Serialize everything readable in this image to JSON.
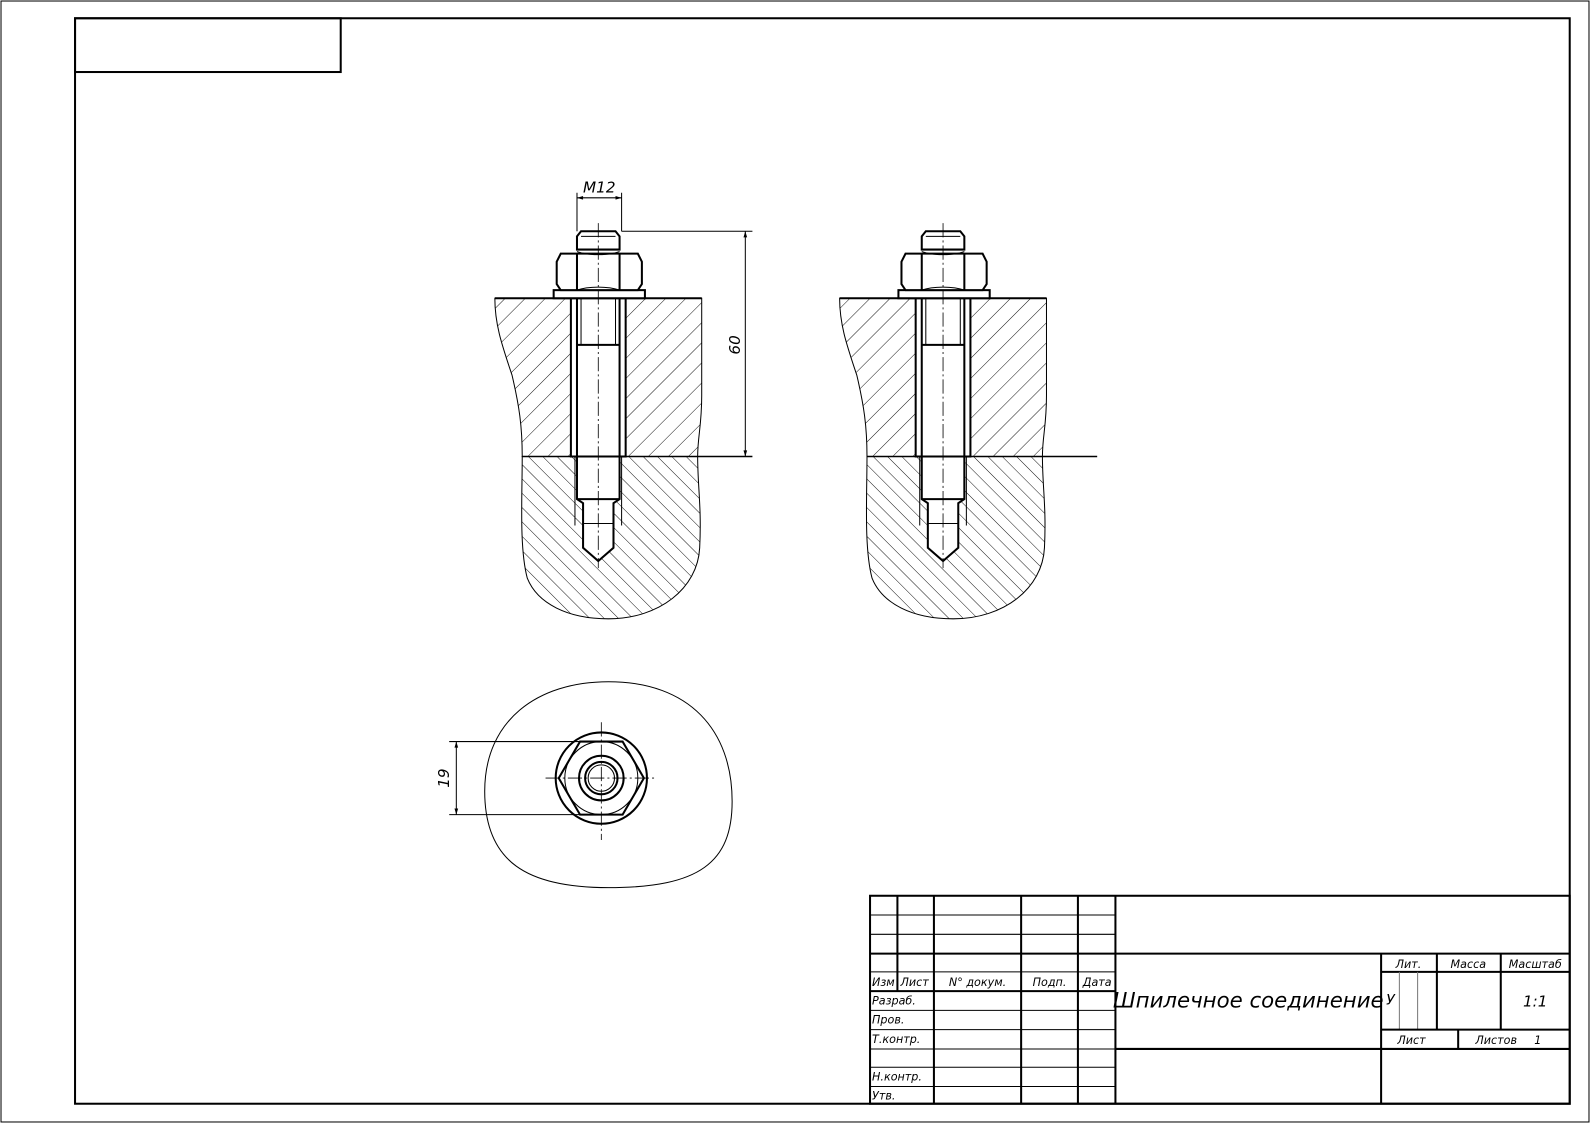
{
  "drawing": {
    "dimensions": {
      "thread": "M12",
      "length": "60",
      "across_flats": "19"
    }
  },
  "title_block": {
    "title": "Шпилечное соединение",
    "headers": {
      "izm": "Изм",
      "list": "Лист",
      "doc_no": "N° докум.",
      "sign": "Подп.",
      "date": "Дата"
    },
    "roles": {
      "developed": "Разраб.",
      "checked": "Пров.",
      "tech_control": "Т.контр.",
      "norm_control": "Н.контр.",
      "approved": "Утв."
    },
    "lit_label": "Лит.",
    "mass_label": "Масса",
    "scale_label": "Масштаб",
    "lit_value": "У",
    "scale_value": "1:1",
    "sheet_label": "Лист",
    "sheets_label": "Листов",
    "sheets_value": "1"
  }
}
